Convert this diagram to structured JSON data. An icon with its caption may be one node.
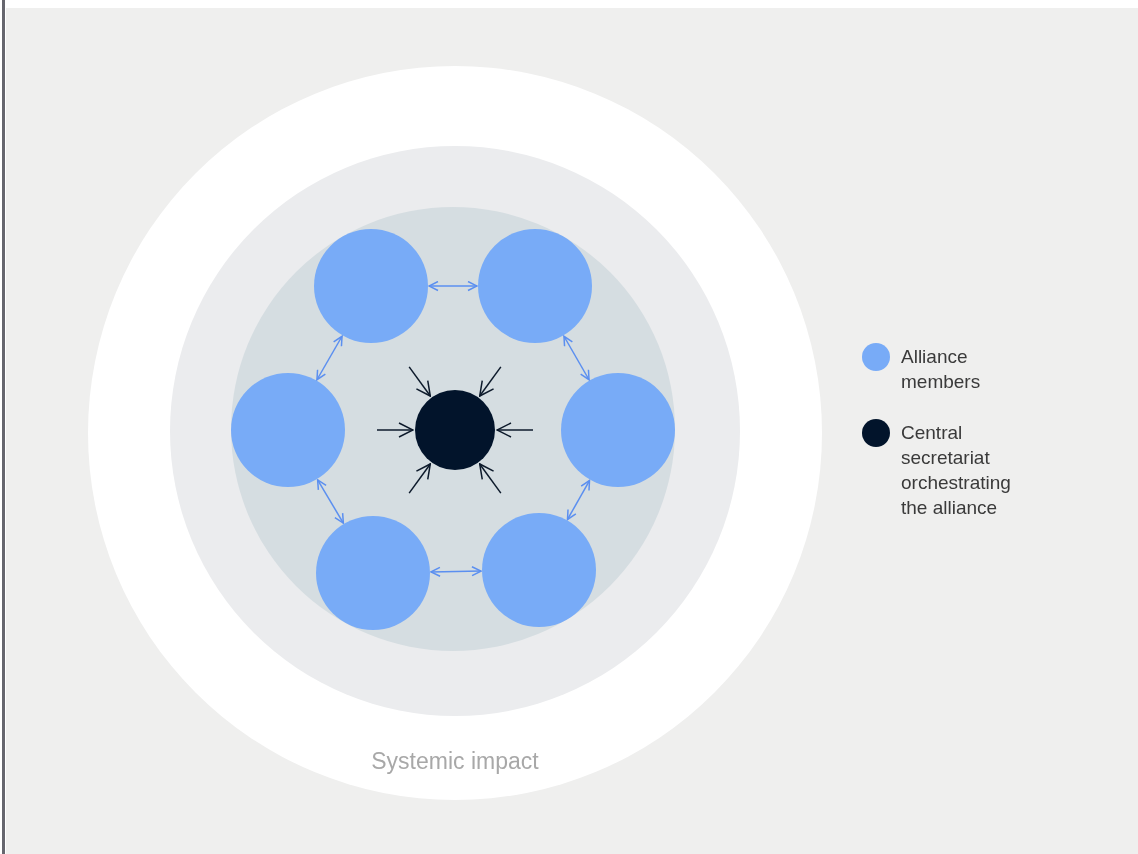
{
  "diagram": {
    "nodes": [
      {
        "text": [
          "Systemic impact"
        ]
      },
      {
        "text": [],
        "shape": "circle",
        "in": 0
      },
      {
        "text": [],
        "shape": "circle",
        "in": 1
      },
      {
        "text": [],
        "shape": "circle",
        "in": 2
      },
      {
        "text": [],
        "shape": "circle",
        "in": 2
      },
      {
        "text": [],
        "shape": "circle",
        "in": 2
      },
      {
        "text": [],
        "shape": "circle",
        "in": 2
      },
      {
        "text": [],
        "shape": "circle",
        "in": 2
      },
      {
        "text": [],
        "shape": "circle",
        "in": 2
      },
      {
        "text": [],
        "shape": "circle",
        "in": 2
      }
    ],
    "edges": [
      {
        "from": 3,
        "to": 4,
        "arrow": "both",
        "color": "#5b8ff0"
      },
      {
        "from": 3,
        "to": 5,
        "arrow": "both",
        "color": "#5b8ff0"
      },
      {
        "from": 4,
        "to": 6,
        "arrow": "both",
        "color": "#5b8ff0"
      },
      {
        "from": 5,
        "to": 7,
        "arrow": "both",
        "color": "#5b8ff0"
      },
      {
        "from": 6,
        "to": 8,
        "arrow": "both",
        "color": "#5b8ff0"
      },
      {
        "from": 7,
        "to": 8,
        "arrow": "both",
        "color": "#5b8ff0"
      },
      {
        "from": null,
        "to": 9,
        "arrow": "to",
        "color": "#0d1a2b"
      },
      {
        "from": null,
        "to": 9,
        "arrow": "to",
        "color": "#0d1a2b"
      },
      {
        "from": null,
        "to": 9,
        "arrow": "to",
        "color": "#0d1a2b"
      },
      {
        "from": null,
        "to": 9,
        "arrow": "to",
        "color": "#0d1a2b"
      },
      {
        "from": null,
        "to": 9,
        "arrow": "to",
        "color": "#0d1a2b"
      },
      {
        "from": null,
        "to": 9,
        "arrow": "to",
        "color": "#0d1a2b"
      }
    ],
    "legend": [
      {
        "text": "Alliance members",
        "color": "#78abf7"
      },
      {
        "text": "Central secretariat orchestrating the alliance",
        "color": "#02142b"
      }
    ]
  }
}
